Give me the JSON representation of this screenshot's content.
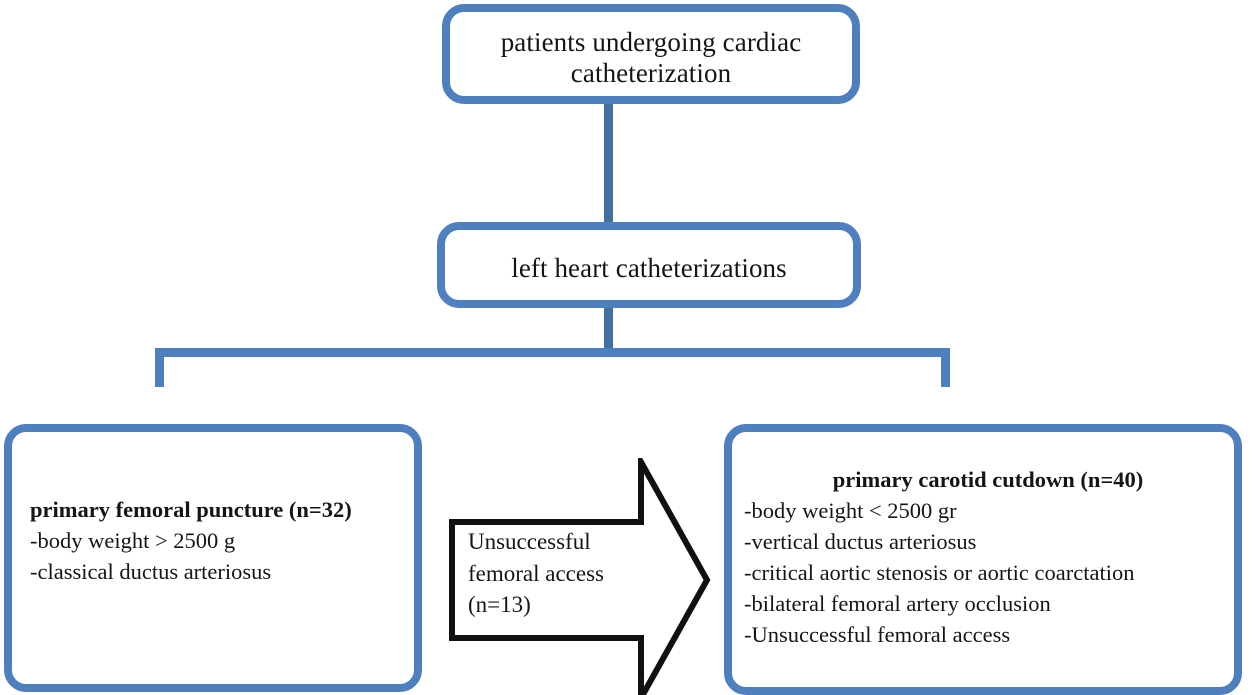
{
  "diagram": {
    "type": "flowchart",
    "title": "Cardiac catheterization vascular access flowchart",
    "colors": {
      "box_border": "#4E80BF",
      "connector": "#44709F",
      "arrow_outline": "#111111",
      "background": "#FFFFFF",
      "text": "#151515"
    },
    "nodes": {
      "root": {
        "label_line1": "patients undergoing cardiac",
        "label_line2": "catheterization"
      },
      "left_heart": {
        "label": "left heart catheterizations"
      },
      "femoral": {
        "heading": "primary femoral puncture (n=32)",
        "items": [
          "-body weight > 2500 g",
          "-classical ductus arteriosus"
        ]
      },
      "carotid": {
        "heading": "primary carotid cutdown (n=40)",
        "items": [
          "-body weight < 2500 gr",
          "-vertical ductus arteriosus",
          "-critical aortic stenosis or aortic coarctation",
          "-bilateral femoral artery occlusion",
          "-Unsuccessful femoral access"
        ]
      }
    },
    "arrow": {
      "direction": "right",
      "lines": [
        "Unsuccessful",
        "femoral access",
        "(n=13)"
      ]
    }
  }
}
